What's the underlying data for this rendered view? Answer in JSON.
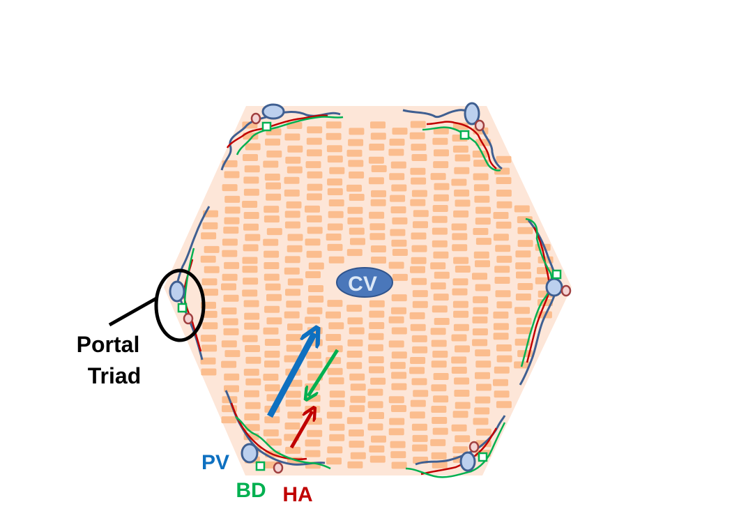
{
  "labels": {
    "central_vein": "CV",
    "portal_triad_line1": "Portal",
    "portal_triad_line2": "Triad",
    "portal_vein": "PV",
    "bile_duct": "BD",
    "hepatic_artery": "HA"
  },
  "colors": {
    "lobule_fill": "#fde6d8",
    "hepatocyte": "#fbbd8e",
    "central_vein_fill": "#4a77ba",
    "central_vein_text": "#dce8f6",
    "portal_vein": "#0e70c0",
    "bile_duct": "#00b050",
    "hepatic_artery": "#c00000",
    "vessel_blue": "#3f5f91",
    "vein_fill": "#bcd0ee",
    "label_black": "#000000"
  },
  "icons": [
    "portal-triad-icon",
    "central-vein-icon",
    "flow-arrow-icon"
  ]
}
